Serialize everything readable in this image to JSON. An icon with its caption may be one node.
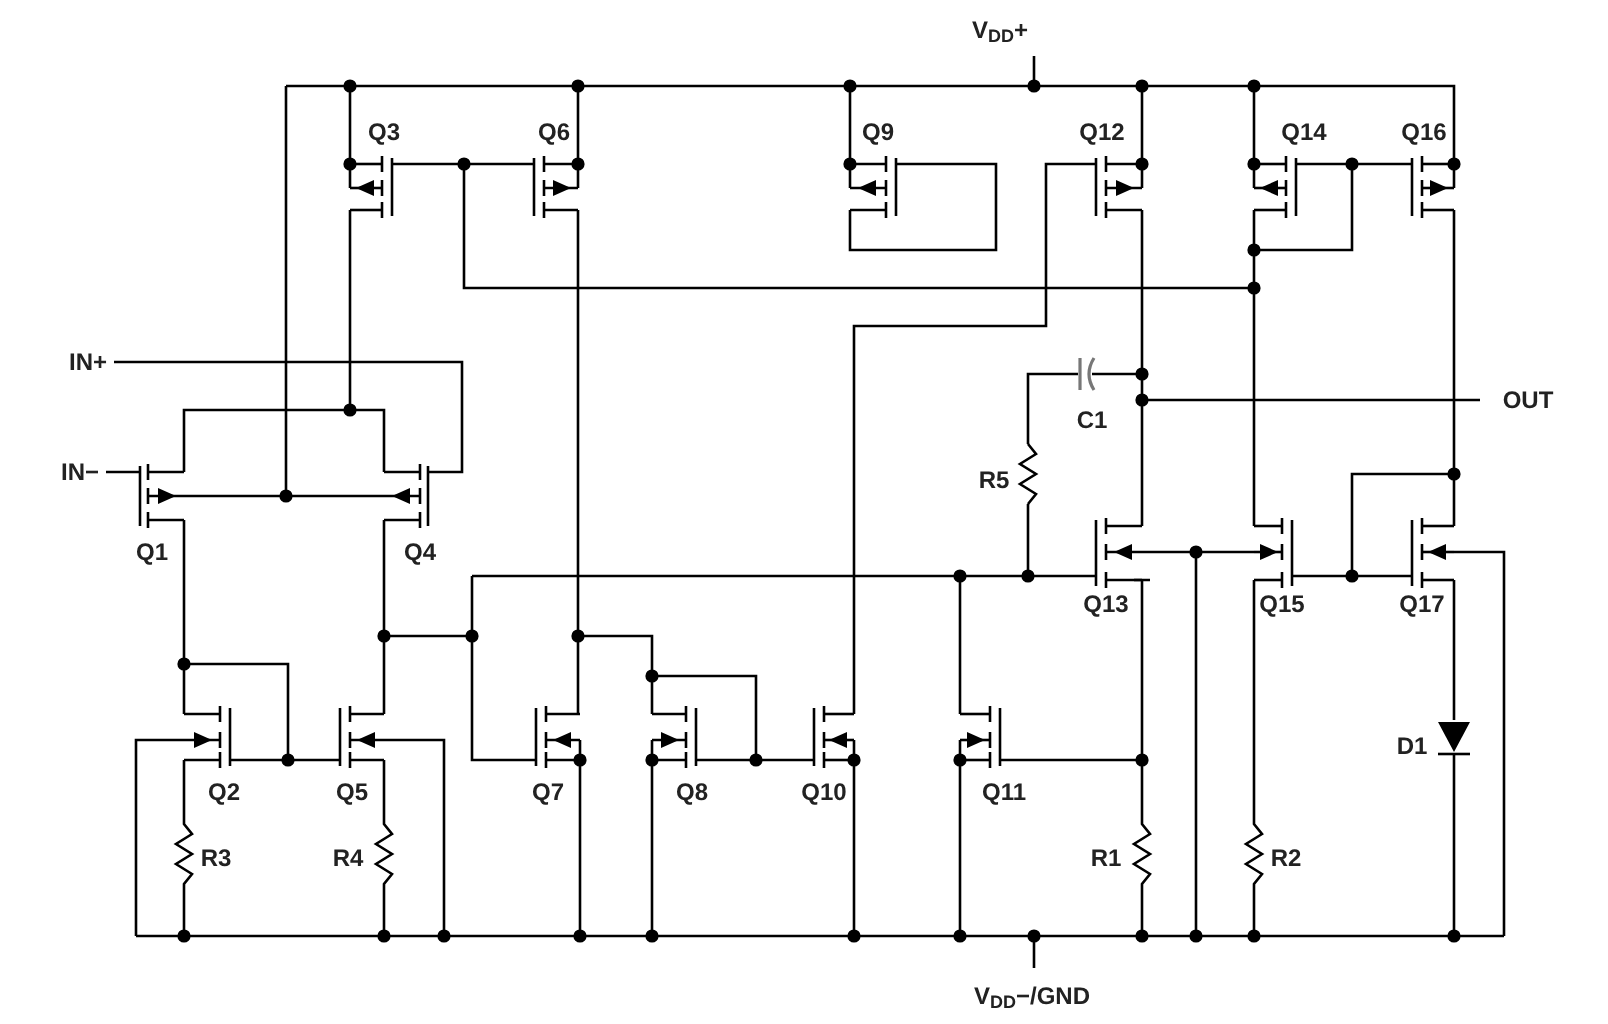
{
  "diagram": {
    "labels": [
      "V$_{DD}$+",
      "Q3",
      "Q6",
      "Q9",
      "Q12",
      "Q14",
      "Q16",
      "IN+",
      "C1",
      "OUT",
      "IN−",
      "R5",
      "Q1",
      "Q4",
      "Q13",
      "Q15",
      "Q17",
      "Q2",
      "Q5",
      "Q7",
      "Q8",
      "Q10",
      "Q11",
      "D1",
      "R3",
      "R4",
      "R1",
      "R2",
      "V$_{DD}$−/GND"
    ]
  }
}
